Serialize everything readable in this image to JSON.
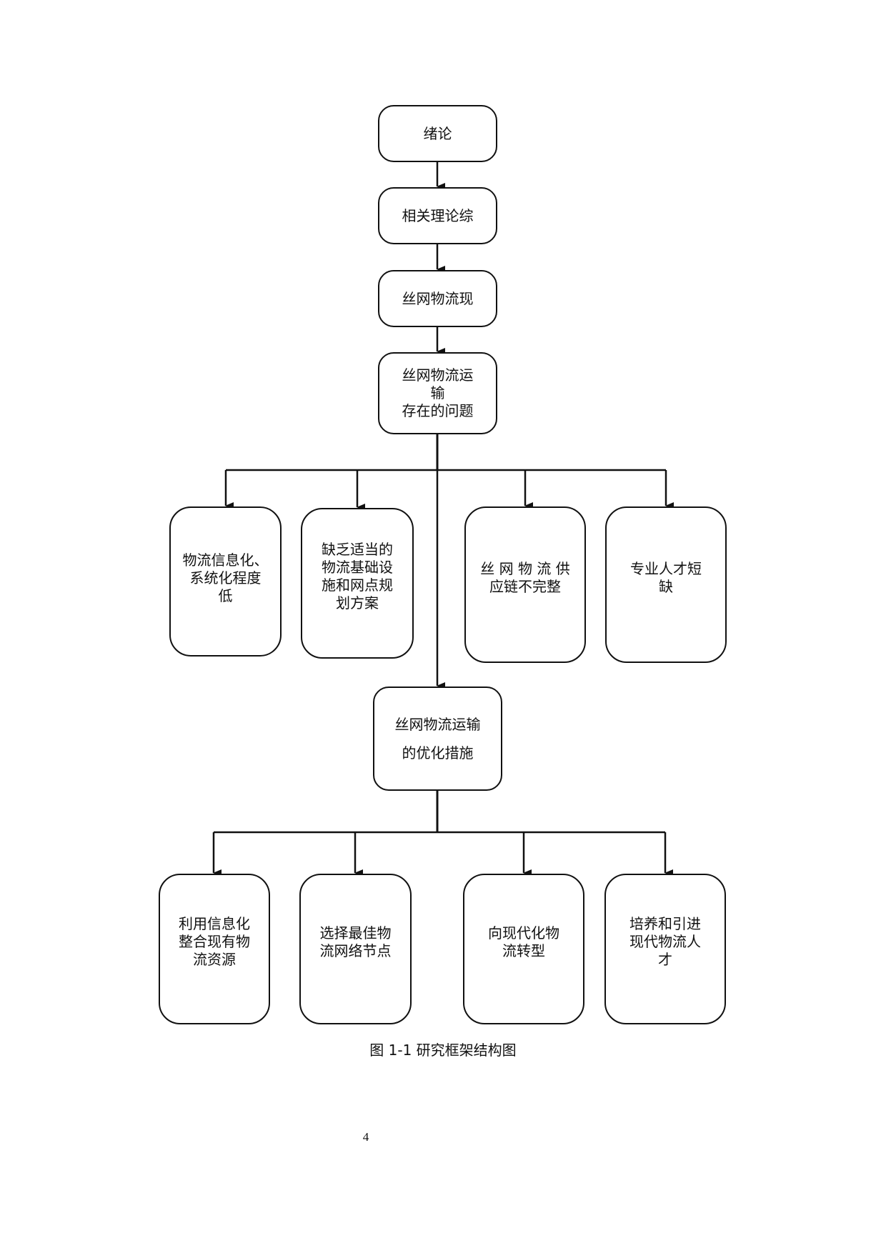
{
  "diagram": {
    "main_flow": [
      {
        "id": "intro",
        "label": "绪论"
      },
      {
        "id": "theory",
        "label": "相关理论综"
      },
      {
        "id": "status",
        "label": "丝网物流现"
      },
      {
        "id": "problems",
        "label": "丝网物流运\n输\n存在的问题"
      }
    ],
    "problems": [
      {
        "id": "p1",
        "label": "物流信息化、\n系统化程度\n低"
      },
      {
        "id": "p2",
        "label": "缺乏适当的\n物流基础设\n施和网点规\n划方案"
      },
      {
        "id": "p3",
        "label": "丝 网 物 流 供\n应链不完整"
      },
      {
        "id": "p4",
        "label": "专业人才短\n缺"
      }
    ],
    "measures_node": {
      "id": "measures",
      "label": "丝网物流运输\n的优化措施"
    },
    "measures": [
      {
        "id": "m1",
        "label": "利用信息化\n整合现有物\n流资源"
      },
      {
        "id": "m2",
        "label": "选择最佳物\n流网络节点"
      },
      {
        "id": "m3",
        "label": "向现代化物\n流转型"
      },
      {
        "id": "m4",
        "label": "培养和引进\n现代物流人\n才"
      }
    ],
    "caption": "图 1-1  研究框架结构图"
  },
  "page": {
    "number": "4"
  },
  "colors": {
    "stroke": "#111111",
    "background": "#ffffff"
  }
}
